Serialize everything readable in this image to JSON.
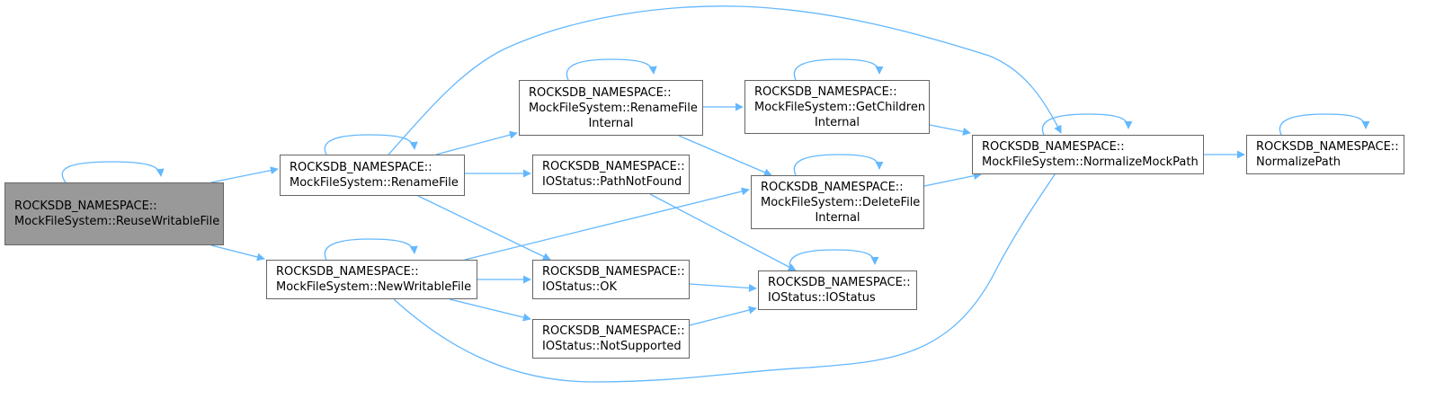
{
  "diagram": {
    "colors": {
      "edge": "#63b8ff",
      "root_fill": "#999999",
      "node_border": "#666666"
    },
    "nodes": [
      {
        "id": "reuse",
        "line1": "ROCKSDB_NAMESPACE::",
        "line2": "MockFileSystem::ReuseWritableFile",
        "line3": ""
      },
      {
        "id": "renamefile",
        "line1": "ROCKSDB_NAMESPACE::",
        "line2": "MockFileSystem::RenameFile",
        "line3": ""
      },
      {
        "id": "newwritable",
        "line1": "ROCKSDB_NAMESPACE::",
        "line2": "MockFileSystem::NewWritableFile",
        "line3": ""
      },
      {
        "id": "renameinternal",
        "line1": "ROCKSDB_NAMESPACE::",
        "line2": "MockFileSystem::RenameFile",
        "line3": "Internal"
      },
      {
        "id": "pathnotfound",
        "line1": "ROCKSDB_NAMESPACE::",
        "line2": "IOStatus::PathNotFound",
        "line3": ""
      },
      {
        "id": "ok",
        "line1": "ROCKSDB_NAMESPACE::",
        "line2": "IOStatus::OK",
        "line3": ""
      },
      {
        "id": "notsupported",
        "line1": "ROCKSDB_NAMESPACE::",
        "line2": "IOStatus::NotSupported",
        "line3": ""
      },
      {
        "id": "getchildren",
        "line1": "ROCKSDB_NAMESPACE::",
        "line2": "MockFileSystem::GetChildren",
        "line3": "Internal"
      },
      {
        "id": "deleteinternal",
        "line1": "ROCKSDB_NAMESPACE::",
        "line2": "MockFileSystem::DeleteFile",
        "line3": "Internal"
      },
      {
        "id": "iostatus",
        "line1": "ROCKSDB_NAMESPACE::",
        "line2": "IOStatus::IOStatus",
        "line3": ""
      },
      {
        "id": "normalizemock",
        "line1": "ROCKSDB_NAMESPACE::",
        "line2": "MockFileSystem::NormalizeMockPath",
        "line3": ""
      },
      {
        "id": "normalizepath",
        "line1": "ROCKSDB_NAMESPACE::",
        "line2": "NormalizePath",
        "line3": ""
      }
    ],
    "edges": [
      {
        "from": "reuse",
        "to": "reuse"
      },
      {
        "from": "reuse",
        "to": "renamefile"
      },
      {
        "from": "reuse",
        "to": "newwritable"
      },
      {
        "from": "renamefile",
        "to": "renamefile"
      },
      {
        "from": "renamefile",
        "to": "renameinternal"
      },
      {
        "from": "renamefile",
        "to": "pathnotfound"
      },
      {
        "from": "renamefile",
        "to": "ok"
      },
      {
        "from": "renamefile",
        "to": "normalizemock"
      },
      {
        "from": "newwritable",
        "to": "newwritable"
      },
      {
        "from": "newwritable",
        "to": "deleteinternal"
      },
      {
        "from": "newwritable",
        "to": "ok"
      },
      {
        "from": "newwritable",
        "to": "notsupported"
      },
      {
        "from": "newwritable",
        "to": "normalizemock"
      },
      {
        "from": "renameinternal",
        "to": "renameinternal"
      },
      {
        "from": "renameinternal",
        "to": "getchildren"
      },
      {
        "from": "renameinternal",
        "to": "deleteinternal"
      },
      {
        "from": "pathnotfound",
        "to": "iostatus"
      },
      {
        "from": "ok",
        "to": "iostatus"
      },
      {
        "from": "notsupported",
        "to": "iostatus"
      },
      {
        "from": "getchildren",
        "to": "getchildren"
      },
      {
        "from": "getchildren",
        "to": "normalizemock"
      },
      {
        "from": "deleteinternal",
        "to": "deleteinternal"
      },
      {
        "from": "deleteinternal",
        "to": "normalizemock"
      },
      {
        "from": "iostatus",
        "to": "iostatus"
      },
      {
        "from": "normalizemock",
        "to": "normalizemock"
      },
      {
        "from": "normalizemock",
        "to": "normalizepath"
      },
      {
        "from": "normalizepath",
        "to": "normalizepath"
      }
    ]
  }
}
